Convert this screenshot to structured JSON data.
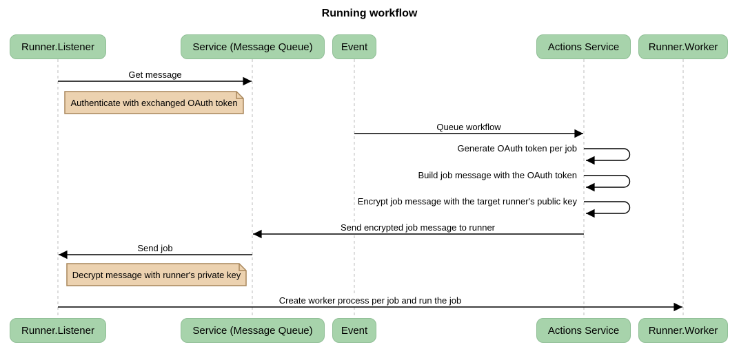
{
  "title": "Running workflow",
  "colors": {
    "participant_fill": "#a7d3ab",
    "participant_border": "#8fbe95",
    "note_fill": "#ecd2b0",
    "note_border": "#a8865a",
    "lifeline": "#bbbbbb",
    "arrow": "#000000"
  },
  "participants": [
    {
      "id": "runner-listener",
      "label": "Runner.Listener"
    },
    {
      "id": "service-message-queue",
      "label": "Service (Message Queue)"
    },
    {
      "id": "event",
      "label": "Event"
    },
    {
      "id": "actions-service",
      "label": "Actions Service"
    },
    {
      "id": "runner-worker",
      "label": "Runner.Worker"
    }
  ],
  "messages": [
    {
      "type": "arrow",
      "from": "runner-listener",
      "to": "service-message-queue",
      "label": "Get message"
    },
    {
      "type": "note",
      "over": "runner-listener",
      "label": "Authenticate with exchanged OAuth token"
    },
    {
      "type": "arrow",
      "from": "event",
      "to": "actions-service",
      "label": "Queue workflow"
    },
    {
      "type": "self",
      "on": "actions-service",
      "label": "Generate OAuth token per job"
    },
    {
      "type": "self",
      "on": "actions-service",
      "label": "Build job message with the OAuth token"
    },
    {
      "type": "self",
      "on": "actions-service",
      "label": "Encrypt job message with the target runner's public key"
    },
    {
      "type": "arrow",
      "from": "actions-service",
      "to": "service-message-queue",
      "label": "Send encrypted job message to runner"
    },
    {
      "type": "arrow",
      "from": "service-message-queue",
      "to": "runner-listener",
      "label": "Send job"
    },
    {
      "type": "note",
      "over": "runner-listener",
      "label": "Decrypt message with runner's private key"
    },
    {
      "type": "arrow",
      "from": "runner-listener",
      "to": "runner-worker",
      "label": "Create worker process per job and run the job"
    }
  ]
}
